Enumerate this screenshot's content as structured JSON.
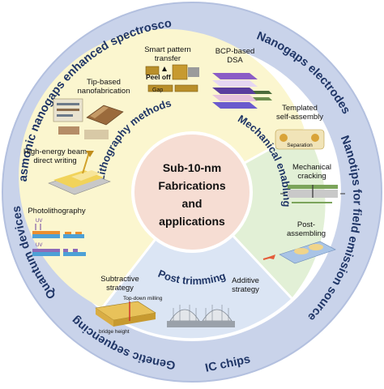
{
  "center": {
    "lines": [
      "Sub-10-nm",
      "Fabrications",
      "and",
      "applications"
    ]
  },
  "outer_ring_labels": {
    "plasmonic": "Plasmonic nanogaps enhanced spectroscopy",
    "nanogaps_electrodes": "Nanogaps electrodes",
    "nanotips": "Nanotips for field emission source",
    "ic_chips": "IC chips",
    "genetic": "Genetic sequencing",
    "quantum": "Quantum devices"
  },
  "sectors": {
    "lithography": {
      "title": "Lithography methods",
      "items": [
        "Tip-based nanofabrication",
        "High-energy beam direct writing",
        "Photolithography",
        "Smart pattern transfer",
        "BCP-based DSA"
      ],
      "sublabels": {
        "peel_off": "Peel off",
        "gap": "Gap",
        "uv": "UV"
      }
    },
    "mechanical": {
      "title": "Mechanical enabling",
      "items": [
        "Templated self-assembly",
        "Mechanical cracking",
        "Post-assembling"
      ],
      "sublabels": {
        "separation": "Separation"
      }
    },
    "post_trimming": {
      "title": "Post trimming",
      "items": [
        "Subtractive strategy",
        "Additive strategy"
      ],
      "sublabels": {
        "top_down_milling": "Top-down milling",
        "bridge_height": "bridge height"
      }
    }
  },
  "colors": {
    "outer_ring": "#c9d3ea",
    "outer_ring_text": "#1f3566",
    "lithography_bg": "#fbf6cf",
    "mechanical_bg": "#e2f0d6",
    "trimming_bg": "#dbe5f4",
    "center_fill": "#f6ddd3",
    "sector_title": "#1f3566"
  }
}
